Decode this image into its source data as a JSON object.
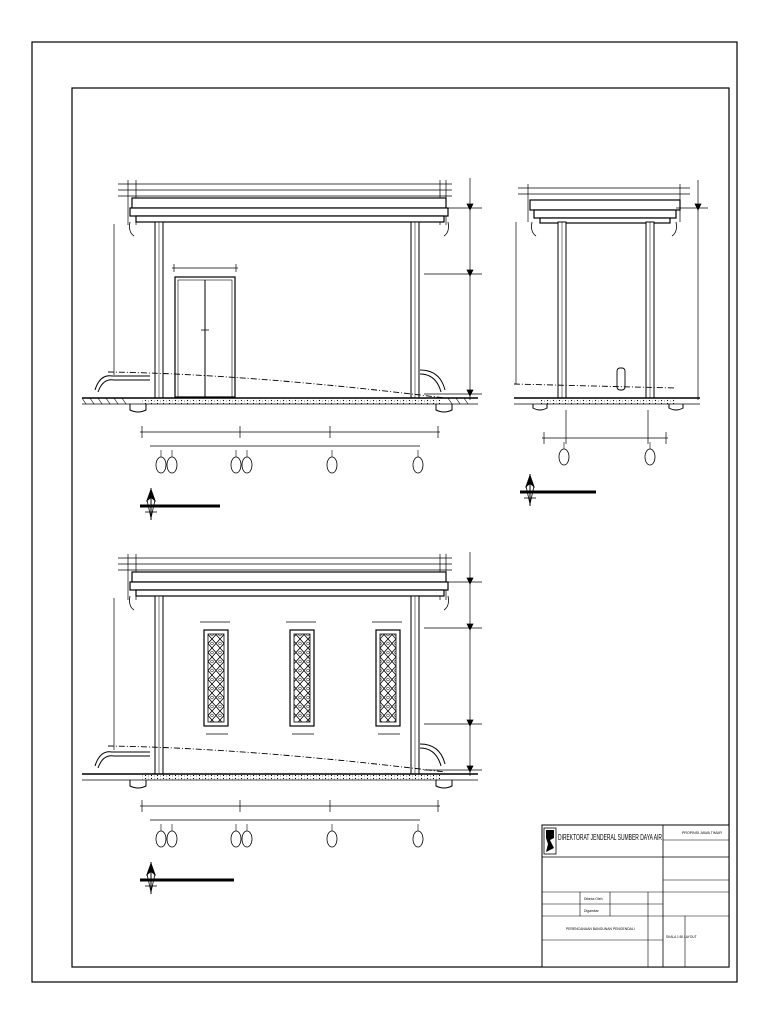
{
  "title_block": {
    "agency": "DIREKTORAT JENDERAL SUMBER DAYA AIR",
    "province": "PROPINSI JAWA TIMUR",
    "row_label_1": "Diketui Oleh",
    "row_label_2": "Digambar",
    "project": "PERENCANAAN BANGUNAN PENGENDALI",
    "sheet_info": "SKALA 1:50 LAYOUT"
  }
}
